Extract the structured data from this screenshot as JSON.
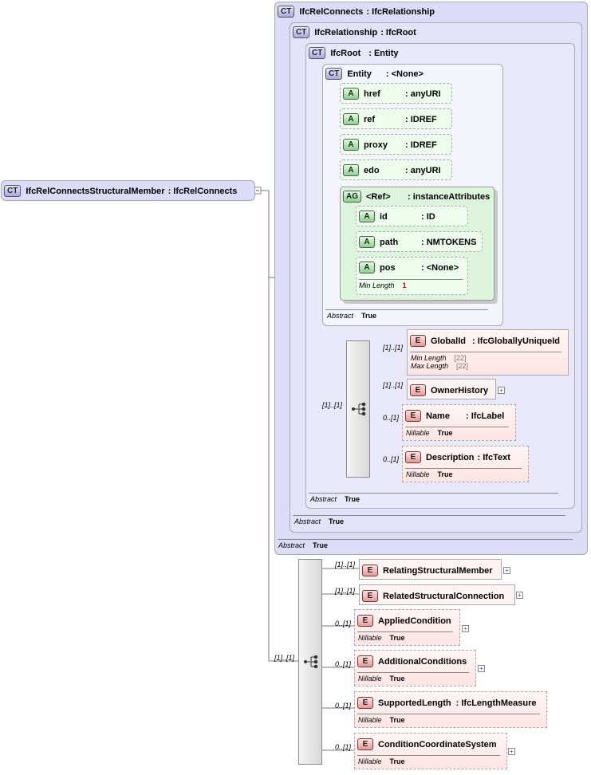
{
  "root": {
    "badge": "CT",
    "name": "IfcRelConnectsStructuralMember",
    "type": ": IfcRelConnects"
  },
  "ct_relconnects": {
    "badge": "CT",
    "name": "IfcRelConnects",
    "type": ": IfcRelationship",
    "abstract_label": "Abstract",
    "abstract_value": "True"
  },
  "ct_relationship": {
    "badge": "CT",
    "name": "IfcRelationship",
    "type": ": IfcRoot",
    "abstract_label": "Abstract",
    "abstract_value": "True"
  },
  "ct_root": {
    "badge": "CT",
    "name": "IfcRoot",
    "type": ": Entity",
    "abstract_label": "Abstract",
    "abstract_value": "True"
  },
  "ct_entity": {
    "badge": "CT",
    "name": "Entity",
    "type": ": <None>",
    "abstract_label": "Abstract",
    "abstract_value": "True",
    "attributes": [
      {
        "badge": "A",
        "name": "href",
        "type": ": anyURI"
      },
      {
        "badge": "A",
        "name": "ref",
        "type": ": IDREF"
      },
      {
        "badge": "A",
        "name": "proxy",
        "type": ": IDREF"
      },
      {
        "badge": "A",
        "name": "edo",
        "type": ": anyURI"
      }
    ],
    "group": {
      "badge": "AG",
      "name": "<Ref>",
      "type": ": instanceAttributes",
      "attributes": [
        {
          "badge": "A",
          "name": "id",
          "type": ": ID"
        },
        {
          "badge": "A",
          "name": "path",
          "type": ": NMTOKENS"
        },
        {
          "badge": "A",
          "name": "pos",
          "type": ": <None>",
          "prop_label": "Min Length",
          "prop_value": "1"
        }
      ]
    }
  },
  "root_elements": [
    {
      "badge": "E",
      "name": "GlobalId",
      "type": ": IfcGloballyUniqueId",
      "card": "[1]..[1]",
      "p1_label": "Min Length",
      "p1_value": "[22]",
      "p2_label": "Max Length",
      "p2_value": "[22]"
    },
    {
      "badge": "E",
      "name": "OwnerHistory",
      "type": "",
      "card": "[1]..[1]",
      "expand": "+"
    },
    {
      "badge": "E",
      "name": "Name",
      "type": ": IfcLabel",
      "card": "0..[1]",
      "nil_label": "Nillable",
      "nil_value": "True"
    },
    {
      "badge": "E",
      "name": "Description",
      "type": ": IfcText",
      "card": "0..[1]",
      "nil_label": "Nillable",
      "nil_value": "True"
    }
  ],
  "root_seq_card": "[1]..[1]",
  "main_seq_card": "[1]..[1]",
  "main_elements": [
    {
      "badge": "E",
      "name": "RelatingStructuralMember",
      "card": "[1]..[1]",
      "expand": "+"
    },
    {
      "badge": "E",
      "name": "RelatedStructuralConnection",
      "card": "[1]..[1]",
      "expand": "+"
    },
    {
      "badge": "E",
      "name": "AppliedCondition",
      "card": "0..[1]",
      "nil_label": "Nillable",
      "nil_value": "True",
      "expand": "+"
    },
    {
      "badge": "E",
      "name": "AdditionalConditions",
      "card": "0..[1]",
      "nil_label": "Nillable",
      "nil_value": "True",
      "expand": "+"
    },
    {
      "badge": "E",
      "name": "SupportedLength",
      "type": ": IfcLengthMeasure",
      "card": "0..[1]",
      "nil_label": "Nillable",
      "nil_value": "True"
    },
    {
      "badge": "E",
      "name": "ConditionCoordinateSystem",
      "card": "0..[1]",
      "nil_label": "Nillable",
      "nil_value": "True",
      "expand": "+"
    }
  ],
  "colors": {
    "ct_fill": "#dcdcf8",
    "ag_fill": "#dcf5dc",
    "attr_fill": "#eefcee",
    "elem_fill": "#fff3f3",
    "required": "#d00000"
  },
  "icons": {
    "ct": "ct-badge-icon",
    "attribute": "attribute-badge-icon",
    "element": "element-badge-icon",
    "sequence": "sequence-icon",
    "expand": "expand-plus-icon"
  }
}
